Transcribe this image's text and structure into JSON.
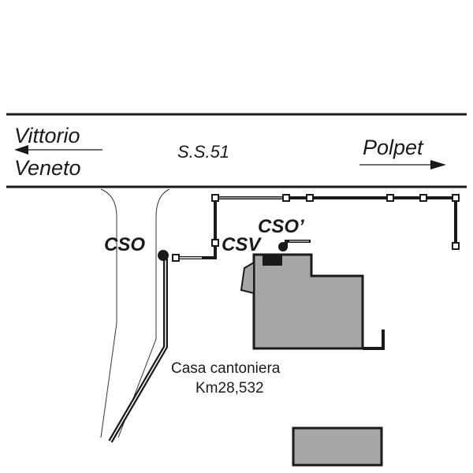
{
  "road": {
    "name": "S.S.51",
    "left_destination_line1": "Vittorio",
    "left_destination_line2": "Veneto",
    "right_destination": "Polpet"
  },
  "labels": {
    "cso": "CSO",
    "csv": "CSV",
    "cso_prime": "CSO’",
    "building_line1": "Casa cantoniera",
    "building_line2": "Km28,532"
  },
  "colors": {
    "building": "#a6a6a6",
    "line": "#1a1a1a"
  }
}
